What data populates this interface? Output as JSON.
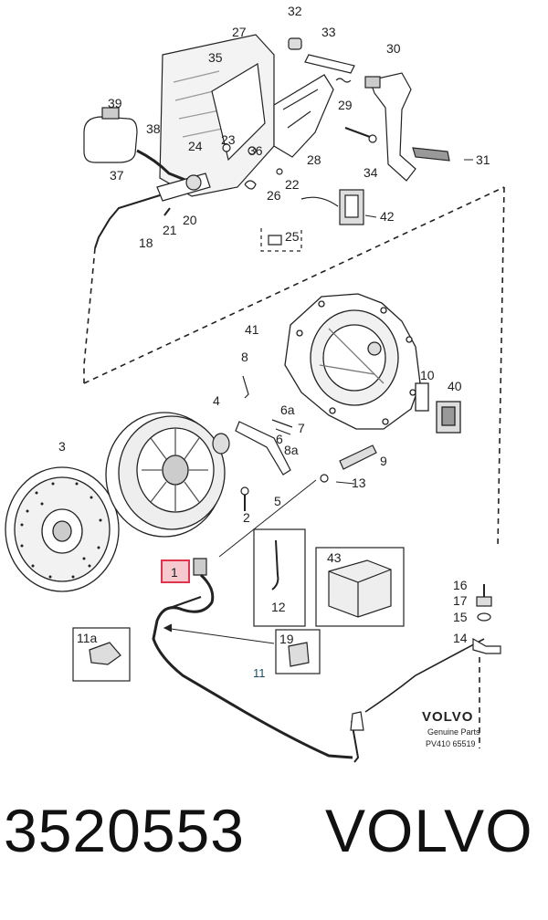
{
  "callouts": {
    "c32": "32",
    "c27": "27",
    "c33": "33",
    "c30": "30",
    "c35": "35",
    "c29": "29",
    "c39": "39",
    "c38": "38",
    "c23": "23",
    "c24": "24",
    "c36": "36",
    "c28": "28",
    "c31": "31",
    "c37": "37",
    "c34": "34",
    "c22": "22",
    "c26": "26",
    "c42": "42",
    "c20": "20",
    "c21": "21",
    "c18": "18",
    "c25": "25",
    "c41": "41",
    "c8": "8",
    "c10": "10",
    "c40": "40",
    "c4": "4",
    "c6a": "6a",
    "c7": "7",
    "c6": "6",
    "c8a": "8a",
    "c3": "3",
    "c9": "9",
    "c13": "13",
    "c2": "2",
    "c5": "5",
    "c1": "1",
    "c43": "43",
    "c12": "12",
    "c16": "16",
    "c17": "17",
    "c15": "15",
    "c14": "14",
    "c11a": "11a",
    "c19": "19",
    "c11": "11"
  },
  "branding": {
    "logo": "VOLVO",
    "genuine": "Genuine Parts",
    "code": "PV410 65519"
  },
  "caption": {
    "part_number": "3520553",
    "brand": "VOLVO"
  },
  "colors": {
    "highlight_box": "#e0334d",
    "highlight_fill": "#f6c9cf",
    "ink": "#222222"
  }
}
